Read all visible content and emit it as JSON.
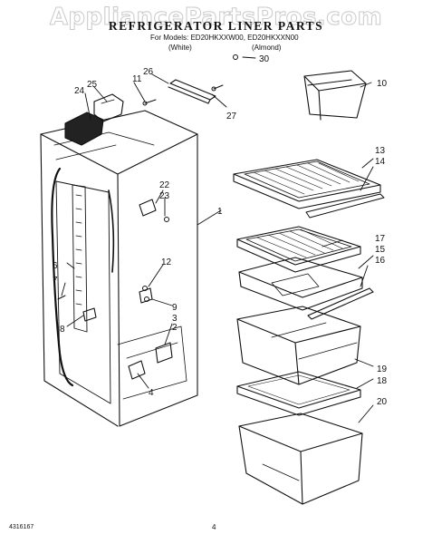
{
  "watermark": "AppliancePartsPros.com",
  "title": "REFRIGERATOR LINER PARTS",
  "models": "For Models: ED20HKXXW00, ED20HKXXN00",
  "variant_white": "(White)",
  "variant_almond": "(Almond)",
  "footer_code": "4316167",
  "page_number": "4",
  "callouts": {
    "c1": "1",
    "c2": "2",
    "c3": "3",
    "c4": "4",
    "c6": "6",
    "c7": "7",
    "c8": "8",
    "c9": "9",
    "c10": "10",
    "c11": "11",
    "c12": "12",
    "c13": "13",
    "c14": "14",
    "c15": "15",
    "c16": "16",
    "c17": "17",
    "c18": "18",
    "c19": "19",
    "c20": "20",
    "c22": "22",
    "c23": "23",
    "c24": "24",
    "c25": "25",
    "c26": "26",
    "c27": "27",
    "c30": "30"
  }
}
